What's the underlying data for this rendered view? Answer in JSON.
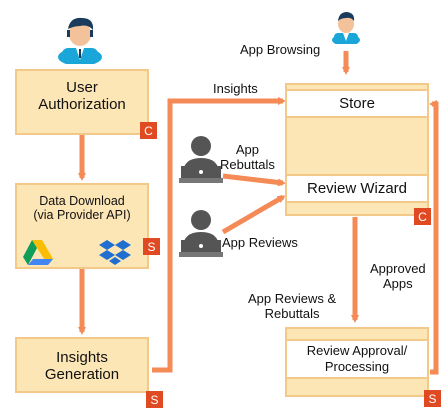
{
  "boxes": {
    "user_auth": "User\nAuthorization",
    "data_download": "Data Download\n(via Provider API)",
    "insights_gen": "Insights\nGeneration",
    "store": "Store",
    "review_wizard": "Review Wizard",
    "review_approval": "Review Approval/\nProcessing"
  },
  "badges": {
    "user_auth": "C",
    "data_download": "S",
    "insights_gen": "S",
    "review_wizard": "C",
    "review_approval": "S"
  },
  "edge_labels": {
    "app_browsing": "App Browsing",
    "insights": "Insights",
    "app_rebuttals": "App\nRebuttals",
    "app_reviews": "App Reviews",
    "approved_apps": "Approved\nApps",
    "reviews_rebuttals": "App Reviews &\nRebuttals"
  },
  "icons": {
    "developer_top": "developer-avatar-icon",
    "user_top": "user-avatar-icon",
    "laptop_user_1": "laptop-user-icon",
    "laptop_user_2": "laptop-user-icon",
    "google_drive": "google-drive-icon",
    "dropbox": "dropbox-icon"
  },
  "colors": {
    "arrow": "#f48a55",
    "box_fill": "#fde6b5",
    "box_border": "#f3c98a",
    "badge": "#e04a22"
  }
}
